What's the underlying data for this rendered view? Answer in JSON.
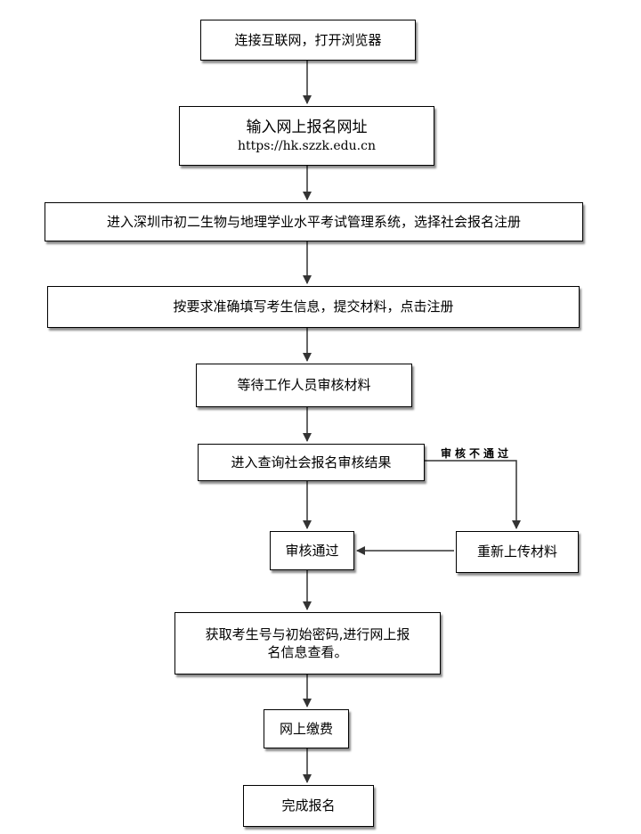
{
  "steps": {
    "connect": "连接互联网，打开浏览器",
    "enter_url_title": "输入网上报名网址",
    "enter_url_value": "https://hk.szzk.edu.cn",
    "enter_system": "进入深圳市初二生物与地理学业水平考试管理系统，选择社会报名注册",
    "fill_info": "按要求准确填写考生信息，提交材料，点击注册",
    "wait_review": "等待工作人员审核材料",
    "check_result": "进入查询社会报名审核结果",
    "approved": "审核通过",
    "reupload": "重新上传材料",
    "get_credentials_line1": "获取考生号与初始密码,进行网上报",
    "get_credentials_line2": "名信息查看。",
    "pay_online": "网上缴费",
    "complete": "完成报名"
  },
  "edge_labels": {
    "not_approved": "审核不通过"
  },
  "colors": {
    "line": "#333333",
    "border": "#000000",
    "background": "#ffffff"
  }
}
